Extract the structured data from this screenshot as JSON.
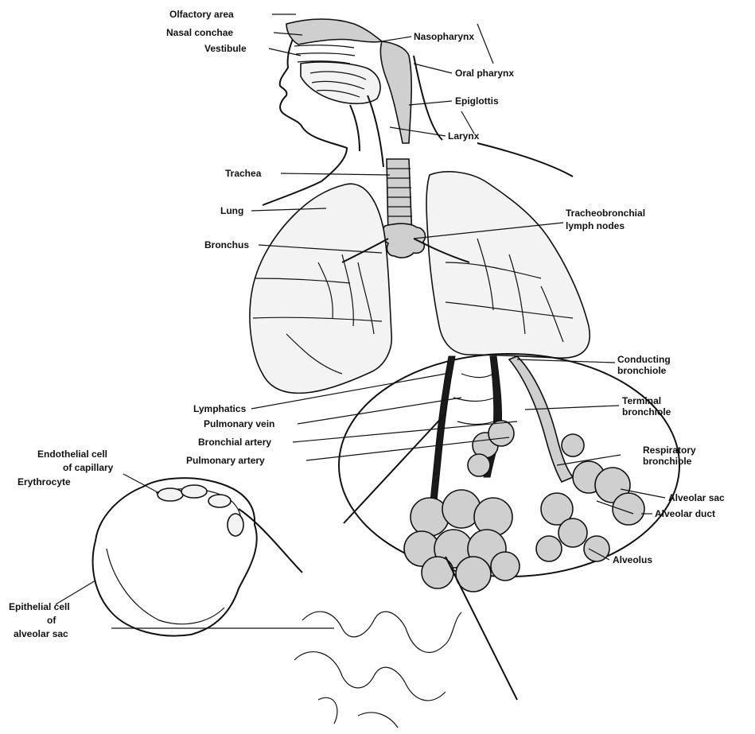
{
  "labels": {
    "olfactory_area": "Olfactory area",
    "nasal_conchae": "Nasal conchae",
    "vestibule": "Vestibule",
    "nasopharynx": "Nasopharynx",
    "oral_pharynx": "Oral pharynx",
    "epiglottis": "Epiglottis",
    "larynx": "Larynx",
    "trachea": "Trachea",
    "lung": "Lung",
    "tracheobronchial_1": "Tracheobronchial",
    "tracheobronchial_2": "lymph nodes",
    "bronchus": "Bronchus",
    "conducting_1": "Conducting",
    "conducting_2": "bronchiole",
    "lymphatics": "Lymphatics",
    "pulmonary_vein": "Pulmonary vein",
    "terminal_1": "Terminal",
    "terminal_2": "bronchiole",
    "bronchial_artery": "Bronchial artery",
    "pulmonary_artery": "Pulmonary artery",
    "endothelial_1": "Endothelial cell",
    "endothelial_2": "of capillary",
    "erythrocyte": "Erythrocyte",
    "respiratory_1": "Respiratory",
    "respiratory_2": "bronchiole",
    "alveolar_sac": "Alveolar sac",
    "alveolar_duct": "Alveolar duct",
    "alveolus": "Alveolus",
    "epithelial_1": "Epithelial cell",
    "epithelial_2": "of",
    "epithelial_3": "alveolar sac"
  }
}
